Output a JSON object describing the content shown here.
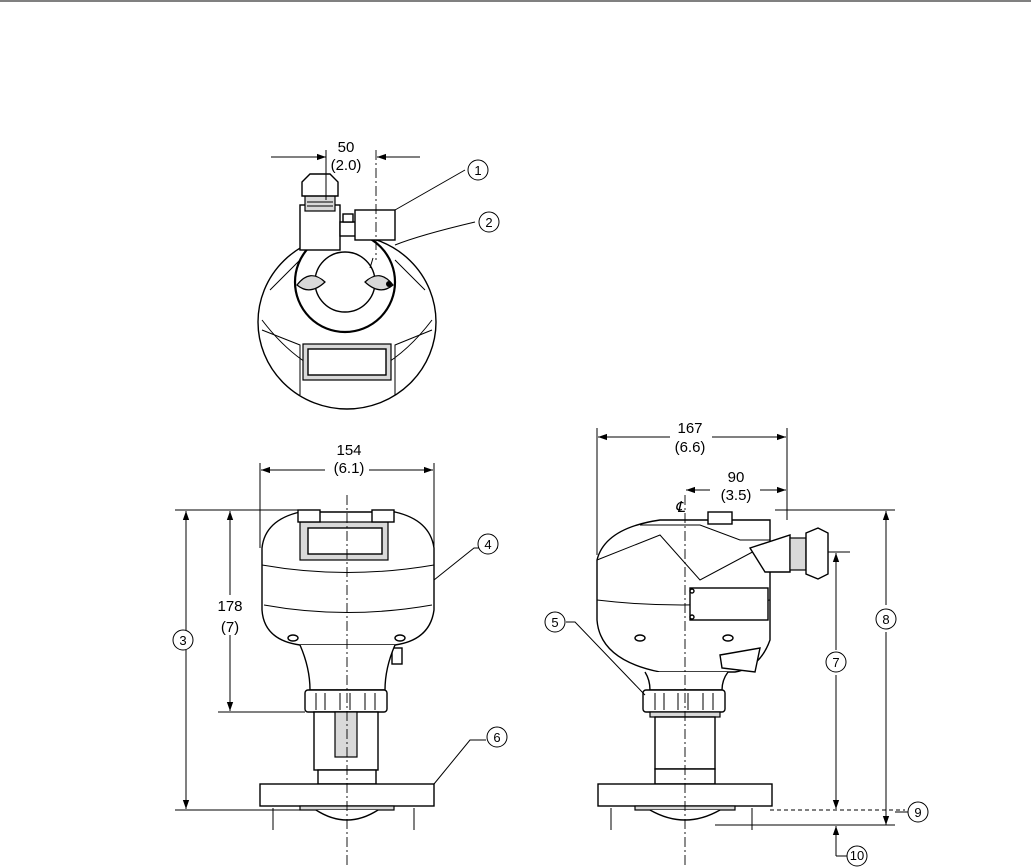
{
  "dimensions": {
    "top_width_mm": "50",
    "top_width_in": "(2.0)",
    "front_width_mm": "154",
    "front_width_in": "(6.1)",
    "front_height_mm": "178",
    "front_height_in": "(7)",
    "side_width_mm": "167",
    "side_width_in": "(6.6)",
    "side_offset_mm": "90",
    "side_offset_in": "(3.5)",
    "centerline_symbol": "℄"
  },
  "callouts": [
    "1",
    "2",
    "3",
    "4",
    "5",
    "6",
    "7",
    "8",
    "9",
    "10"
  ]
}
